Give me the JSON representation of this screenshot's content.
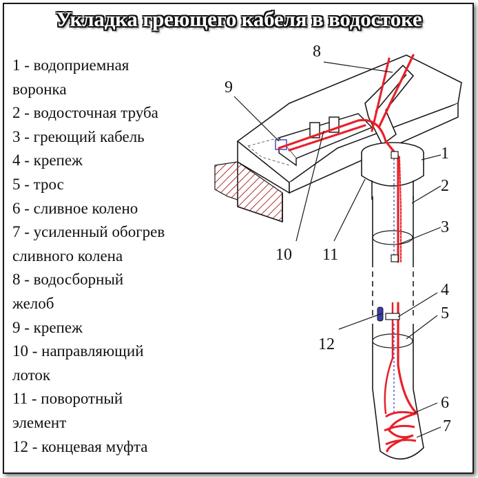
{
  "title": "Укладка греющего кабеля в водостоке",
  "legend": [
    "1 - водоприемная",
    "воронка",
    "2 - водосточная труба",
    "3 - греющий кабель",
    "4 - крепеж",
    "5 - трос",
    "6 - сливное колено",
    "7 - усиленный обогрев",
    "сливного колена",
    "8 - водосборный",
    "желоб",
    "9 - крепеж",
    "10 - направляющий",
    "лоток",
    "11 - поворотный",
    "элемент",
    "12 - концевая муфта"
  ],
  "callouts": {
    "n1": "1",
    "n2": "2",
    "n3": "3",
    "n4": "4",
    "n5": "5",
    "n6": "6",
    "n7": "7",
    "n8": "8",
    "n9": "9",
    "n10": "10",
    "n11": "11",
    "n12": "12"
  },
  "colors": {
    "cable": "#e8202a",
    "line": "#1a1a1a",
    "hatch": "#b03030",
    "rope": "#3b3bb0"
  }
}
